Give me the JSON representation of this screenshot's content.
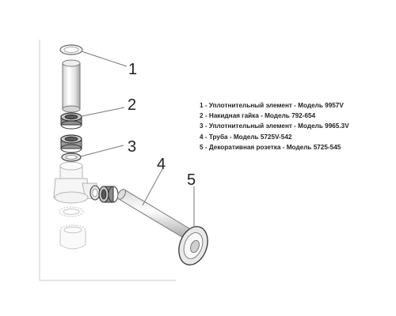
{
  "callouts": [
    "1",
    "2",
    "3",
    "4",
    "5"
  ],
  "legend": [
    "1 - Уплотнительный элемент - Модель 9957V",
    "2 - Накидная гайка - Модель 792-654",
    "3 - Уплотнительный элемент - Модель 9965.3V",
    "4 - Труба - Модель 5725V-542",
    "5 - Декоративная розетка - Модель 5725-545"
  ]
}
